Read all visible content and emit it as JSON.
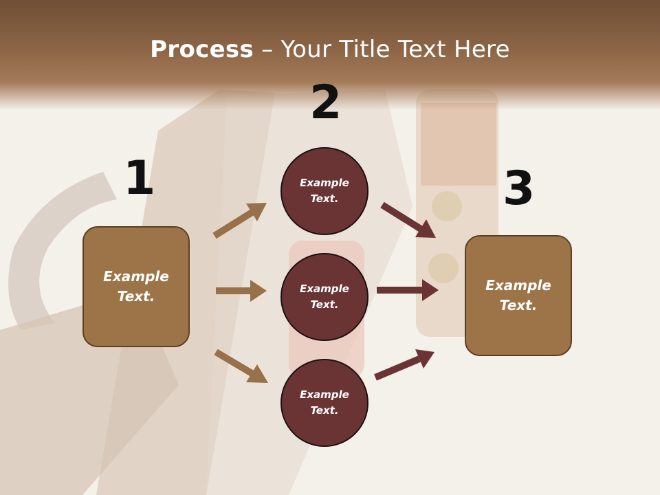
{
  "title": {
    "bold": "Process",
    "rest": " – Your Title Text Here"
  },
  "steps": {
    "one": "1",
    "two": "2",
    "three": "3"
  },
  "boxes": {
    "left": "Example\nText.",
    "right": "Example\nText."
  },
  "circles": {
    "top": "Example\nText.",
    "middle": "Example\nText.",
    "bottom": "Example\nText."
  },
  "colors": {
    "box_fill": "#9c7447",
    "circle_fill": "#6a3434",
    "arrow_tan": "#98704a",
    "arrow_maroon": "#6a3434"
  }
}
